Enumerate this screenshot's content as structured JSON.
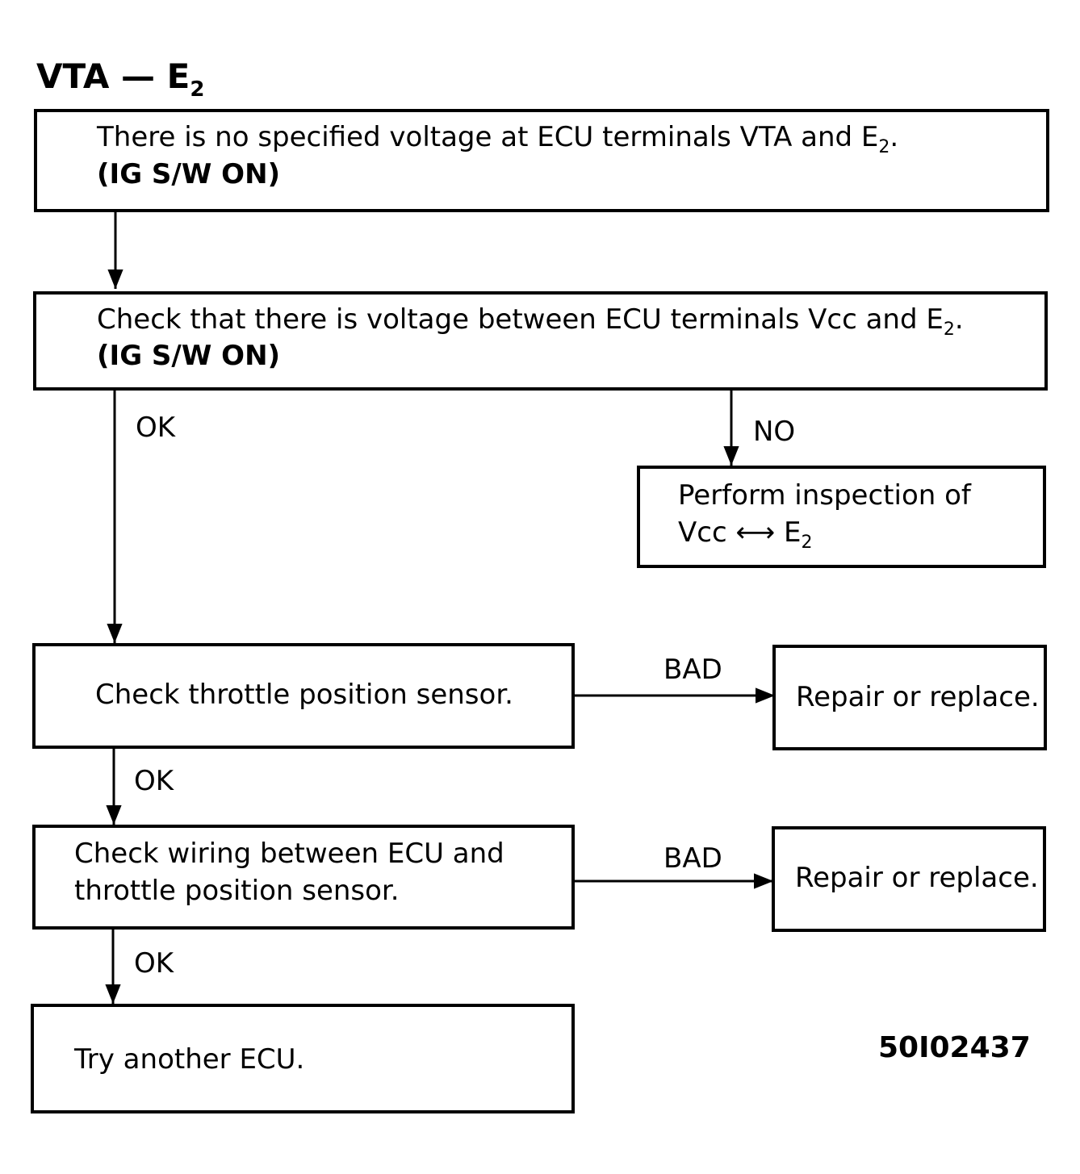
{
  "title": {
    "main": "VTA — E",
    "subscript": "2"
  },
  "box1": {
    "line1": "There is no specified voltage at ECU terminals VTA and E",
    "line1_sub": "2",
    "line1_end": ".",
    "line2": "(IG S/W ON)"
  },
  "box2": {
    "line1": "Check that there is voltage between ECU terminals Vcc and E",
    "line1_sub": "2",
    "line1_end": ".",
    "line2": "(IG S/W ON)"
  },
  "box_no": {
    "line1": "Perform inspection of",
    "line2_a": "Vcc ",
    "line2_arrow": "⟷",
    "line2_b": " E",
    "line2_sub": "2"
  },
  "box3": {
    "text": "Check throttle position sensor."
  },
  "box3_side": {
    "text": "Repair or replace."
  },
  "box4": {
    "line1": "Check wiring between ECU and",
    "line2": "throttle position sensor."
  },
  "box4_side": {
    "text": "Repair or replace."
  },
  "box5": {
    "text": "Try another ECU."
  },
  "labels": {
    "ok1": "OK",
    "no": "NO",
    "bad1": "BAD",
    "ok2": "OK",
    "bad2": "BAD",
    "ok3": "OK"
  },
  "code": "50I02437"
}
